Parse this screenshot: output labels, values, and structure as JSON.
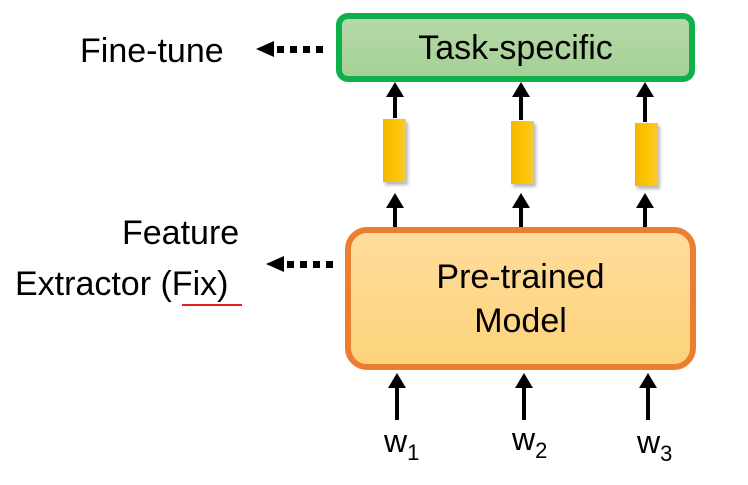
{
  "diagram": {
    "task_box": {
      "label": "Task-specific",
      "fill": "#a9d18e",
      "border": "#00b050"
    },
    "pretrained_box": {
      "line1": "Pre-trained",
      "line2": "Model",
      "fill": "#ffd580",
      "border": "#ed7d31"
    },
    "feature_color": "#ffc000",
    "left_labels": {
      "fine_tune": "Fine-tune",
      "feature_line1": "Feature",
      "feature_line2_prefix": "Extractor ",
      "feature_line2_fix": "(Fix)"
    },
    "inputs": [
      {
        "base": "w",
        "sub": "1"
      },
      {
        "base": "w",
        "sub": "2"
      },
      {
        "base": "w",
        "sub": "3"
      }
    ]
  }
}
